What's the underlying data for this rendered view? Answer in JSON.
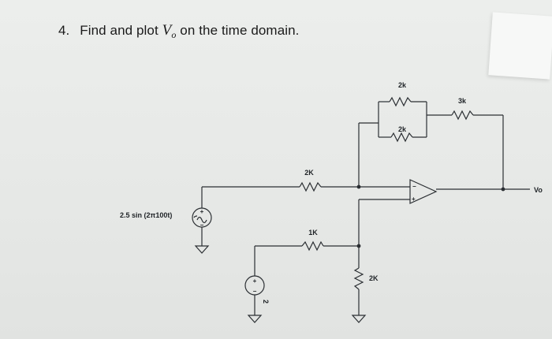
{
  "question": {
    "number": "4.",
    "text_before": "Find and plot",
    "variable": "V",
    "subscript": "o",
    "text_after": "on the time domain."
  },
  "circuit": {
    "source_main_label": "2.5 sin (2π100t)",
    "source_dc_label": "2",
    "source_polarity": {
      "plus": "+",
      "minus": "−"
    },
    "resistors": {
      "input_upper": "2K",
      "input_lower": "1K",
      "ground": "2K",
      "feedback_upper": "2k",
      "feedback_lower": "2k",
      "output_series": "3k"
    },
    "opamp_inputs": {
      "inverting": "−",
      "noninverting": "+"
    },
    "output_label": "Vo"
  },
  "colors": {
    "ink": "#2b2f33",
    "paper": "#e9ebe9"
  }
}
